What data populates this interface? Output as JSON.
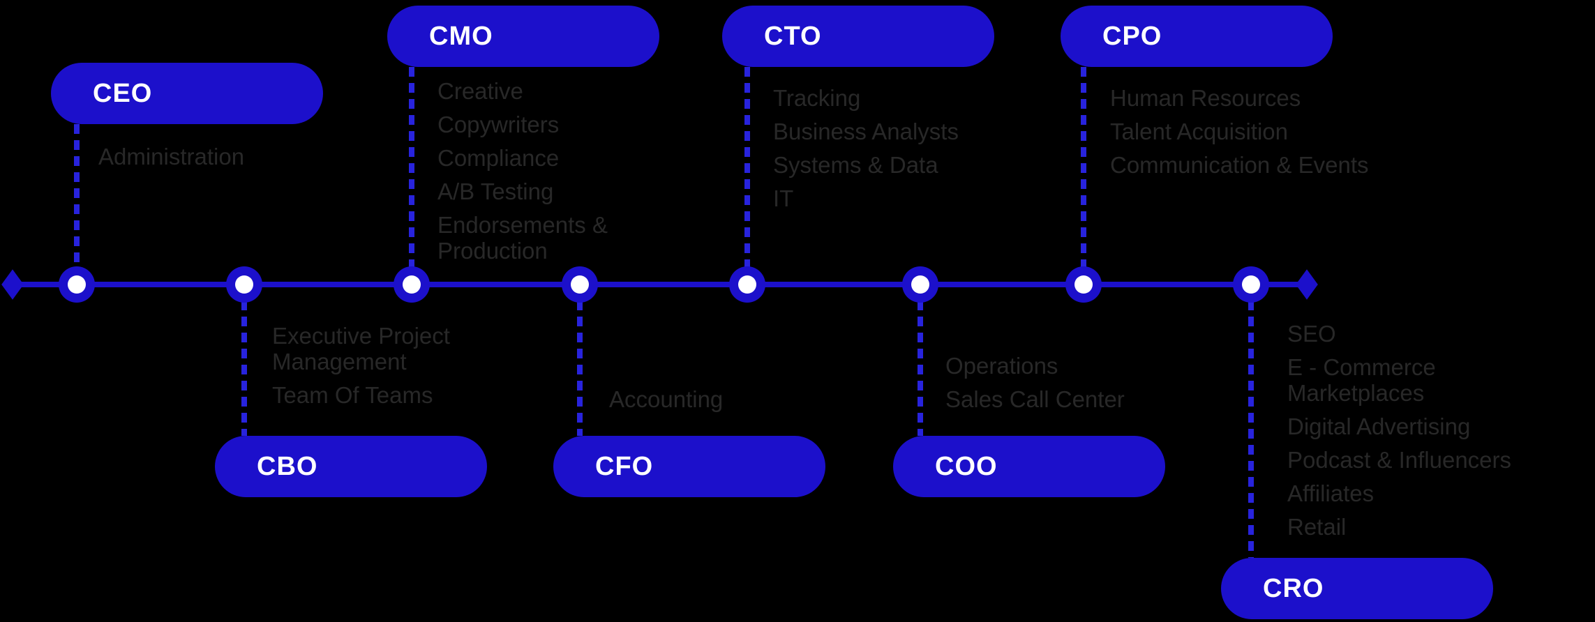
{
  "colors": {
    "background": "#000000",
    "primary_blue": "#1c10cb",
    "dash_blue": "#2823dd",
    "department_text": "#282828",
    "pill_label_text": "#ffffff"
  },
  "timeline": {
    "orientation": "horizontal",
    "start_marker": "diamond",
    "end_marker": "diamond",
    "node_count": 8
  },
  "roles": [
    {
      "label": "CEO",
      "side": "above",
      "departments": [
        "Administration"
      ]
    },
    {
      "label": "CBO",
      "side": "below",
      "departments": [
        "Executive Project\nManagement",
        "Team Of Teams"
      ]
    },
    {
      "label": "CMO",
      "side": "above",
      "departments": [
        "Creative",
        "Copywriters",
        "Compliance",
        "A/B Testing",
        "Endorsements &\nProduction"
      ]
    },
    {
      "label": "CFO",
      "side": "below",
      "departments": [
        "Accounting"
      ]
    },
    {
      "label": "CTO",
      "side": "above",
      "departments": [
        "Tracking",
        "Business Analysts",
        "Systems & Data",
        "IT"
      ]
    },
    {
      "label": "COO",
      "side": "below",
      "departments": [
        "Operations",
        "Sales Call Center"
      ]
    },
    {
      "label": "CPO",
      "side": "above",
      "departments": [
        "Human Resources",
        "Talent Acquisition",
        "Communication & Events"
      ]
    },
    {
      "label": "CRO",
      "side": "below",
      "departments": [
        "SEO",
        "E - Commerce\nMarketplaces",
        "Digital Advertising",
        "Podcast & Influencers",
        "Affiliates",
        "Retail"
      ]
    }
  ]
}
